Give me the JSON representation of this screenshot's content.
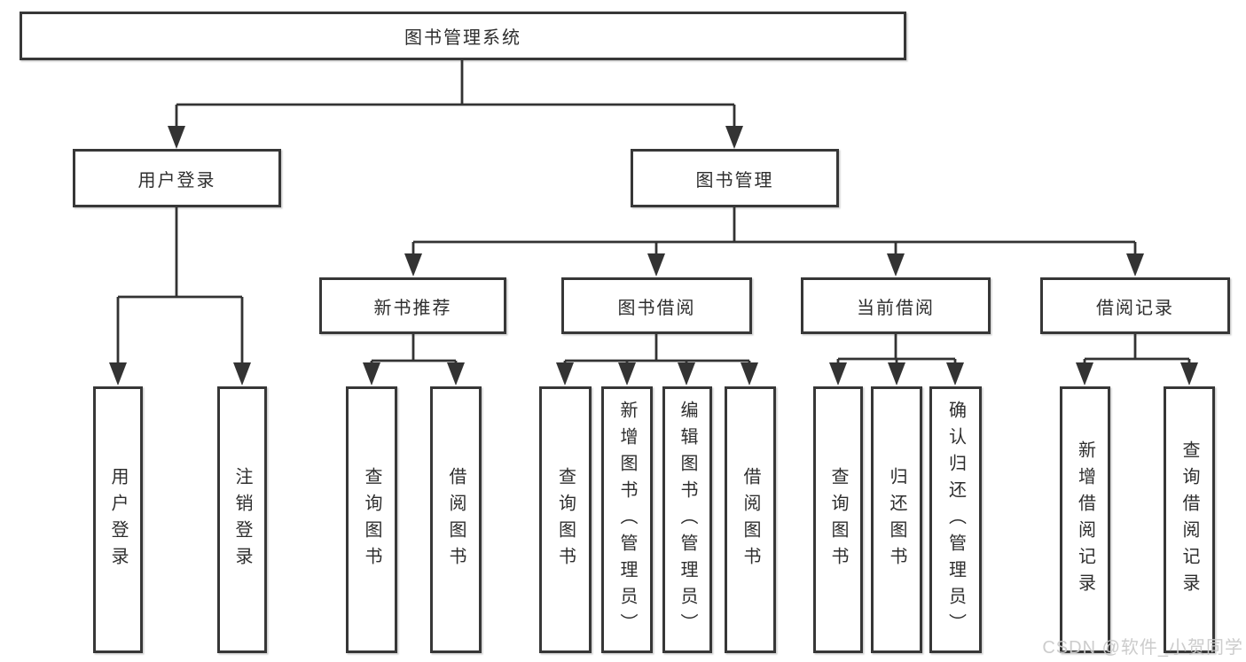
{
  "title": "图书管理系统",
  "tree": {
    "root": {
      "label": "图书管理系统"
    },
    "branches": [
      {
        "label": "用户登录",
        "children": [
          {
            "label": "用户登录"
          },
          {
            "label": "注销登录"
          }
        ]
      },
      {
        "label": "图书管理",
        "children": [
          {
            "label": "新书推荐",
            "children": [
              {
                "label": "查询图书"
              },
              {
                "label": "借阅图书"
              }
            ]
          },
          {
            "label": "图书借阅",
            "children": [
              {
                "label": "查询图书"
              },
              {
                "label": "新增图书（管理员）"
              },
              {
                "label": "编辑图书（管理员）"
              },
              {
                "label": "借阅图书"
              }
            ]
          },
          {
            "label": "当前借阅",
            "children": [
              {
                "label": "查询图书"
              },
              {
                "label": "归还图书"
              },
              {
                "label": "确认归还（管理员）"
              }
            ]
          },
          {
            "label": "借阅记录",
            "children": [
              {
                "label": "新增借阅记录"
              },
              {
                "label": "查询借阅记录"
              }
            ]
          }
        ]
      }
    ]
  },
  "watermark": {
    "text": "CSDN @软件_小贺同学"
  },
  "colors": {
    "line": "#333333",
    "box_border": "#373737",
    "text": "#2e2e2e",
    "background": "#ffffff",
    "watermark": "#c9c9c9"
  }
}
